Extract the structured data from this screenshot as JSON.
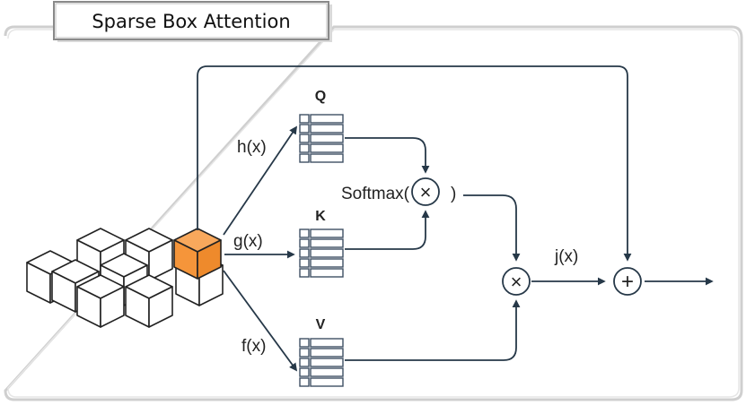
{
  "title": "Sparse Box Attention",
  "labels": {
    "q": "Q",
    "k": "K",
    "v": "V",
    "h": "h(x)",
    "g": "g(x)",
    "f": "f(x)",
    "j": "j(x)",
    "softmax_open": "Softmax(",
    "softmax_close": ")"
  },
  "symbols": {
    "multiply": "×",
    "add": "+"
  },
  "colors": {
    "arrow": "#263848",
    "highlight_cube": "#f5953a",
    "matrix": "#3e4f63",
    "frame": "#cfcfcf"
  }
}
